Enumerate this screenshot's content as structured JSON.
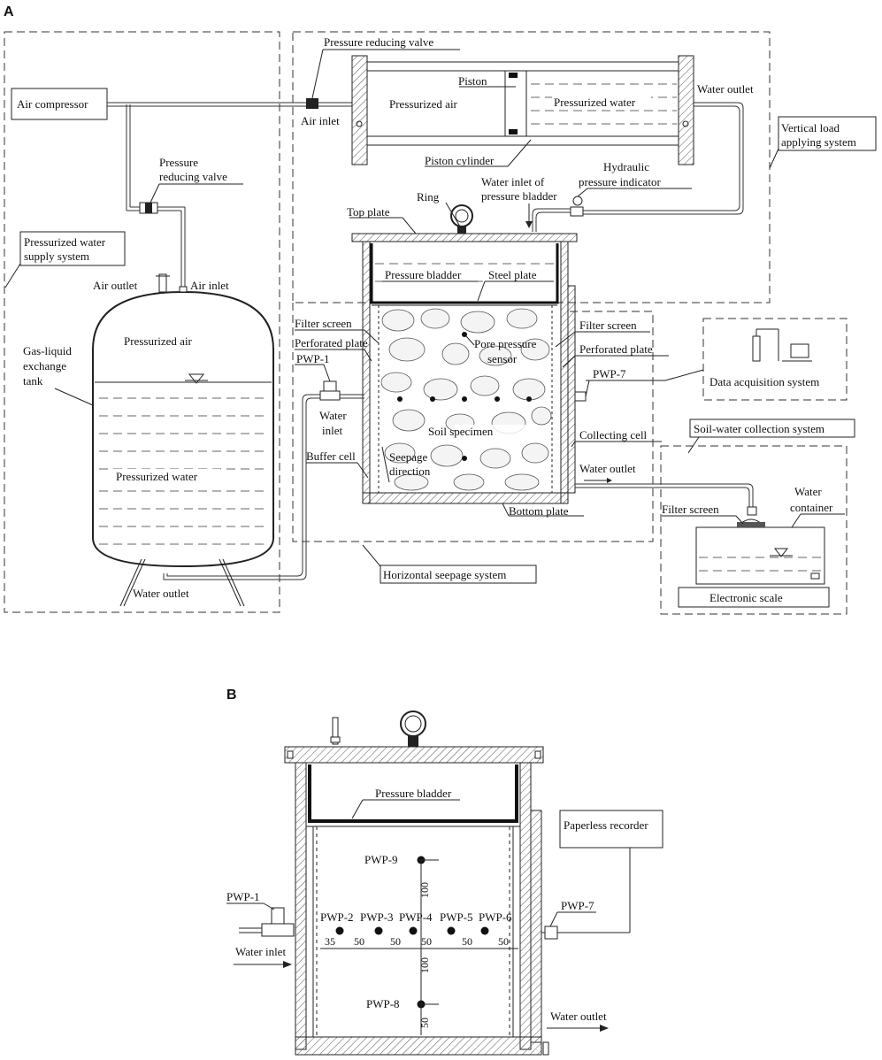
{
  "panels": {
    "a": "A",
    "b": "B"
  },
  "panel_a": {
    "air_compressor": "Air compressor",
    "pressure_reducing_valve_top": "Pressure reducing valve",
    "air_inlet_cyl": "Air inlet",
    "piston": "Piston",
    "pressurized_air_cyl": "Pressurized air",
    "pressurized_water_cyl": "Pressurized water",
    "water_outlet_cyl": "Water outlet",
    "vertical_load_1": "Vertical load",
    "vertical_load_2": "applying system",
    "piston_cylinder": "Piston cylinder",
    "hydraulic_1": "Hydraulic",
    "hydraulic_2": "pressure indicator",
    "prv_1": "Pressure",
    "prv_2": "reducing valve",
    "ring": "Ring",
    "water_inlet_bladder_1": "Water inlet of",
    "water_inlet_bladder_2": "pressure bladder",
    "top_plate": "Top plate",
    "pw_supply_1": "Pressurized water",
    "pw_supply_2": "supply system",
    "air_outlet": "Air outlet",
    "air_inlet_tank": "Air inlet",
    "pressure_bladder": "Pressure bladder",
    "steel_plate": "Steel plate",
    "filter_screen_left": "Filter screen",
    "perforated_plate_left": "Perforated plate",
    "pore_1": "Pore pressure",
    "pore_2": "sensor",
    "filter_screen_right": "Filter screen",
    "perforated_plate_right": "Perforated plate",
    "pwp1": "PWP-1",
    "pwp7": "PWP-7",
    "pressurized_air_tank": "Pressurized air",
    "gas_liquid_1": "Gas-liquid",
    "gas_liquid_2": "exchange",
    "gas_liquid_3": "tank",
    "water_inlet_1": "Water",
    "water_inlet_2": "inlet",
    "soil_specimen": "Soil specimen",
    "collecting_cell": "Collecting cell",
    "buffer_cell": "Buffer cell",
    "seepage_1": "Seepage",
    "seepage_2": "direction",
    "water_outlet_right": "Water outlet",
    "data_acq": "Data acquisition system",
    "soil_water": "Soil-water collection system",
    "water_container_1": "Water",
    "water_container_2": "container",
    "filter_screen_scale": "Filter screen",
    "pressurized_water_tank": "Pressurized water",
    "bottom_plate": "Bottom plate",
    "water_outlet_tank": "Water outlet",
    "horizontal_seepage": "Horizontal seepage system",
    "electronic_scale": "Electronic scale"
  },
  "panel_b": {
    "pressure_bladder": "Pressure bladder",
    "paperless_recorder": "Paperless recorder",
    "pwp9": "PWP-9",
    "pwp1": "PWP-1",
    "pwp2": "PWP-2",
    "pwp3": "PWP-3",
    "pwp4": "PWP-4",
    "pwp5": "PWP-5",
    "pwp6": "PWP-6",
    "pwp7": "PWP-7",
    "pwp8": "PWP-8",
    "water_inlet": "Water inlet",
    "water_outlet": "Water outlet",
    "dims": {
      "d35": "35",
      "d50a": "50",
      "d50b": "50",
      "d50c": "50",
      "d50d": "50",
      "d50e": "50",
      "v100a": "100",
      "v100b": "100",
      "v50": "50"
    }
  }
}
